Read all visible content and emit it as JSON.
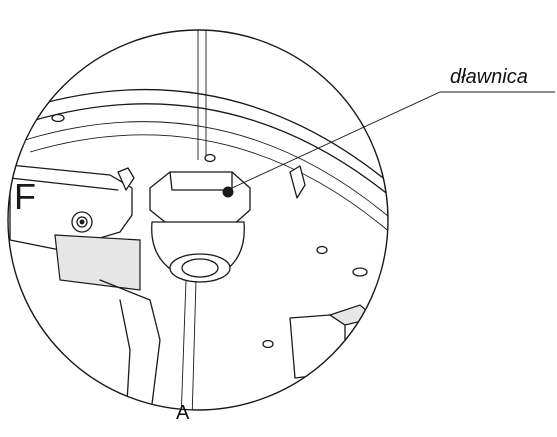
{
  "labels": {
    "callout": "dławnica",
    "view": "A",
    "part_letter": "F"
  },
  "colors": {
    "line": "#1a1a1a",
    "background": "#ffffff"
  }
}
